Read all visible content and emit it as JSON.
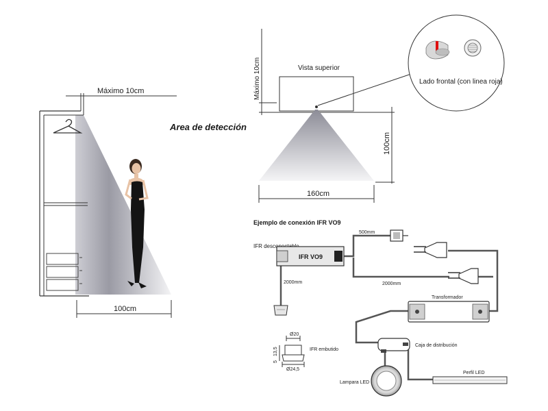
{
  "left_view": {
    "max_label": "Máximo  10cm",
    "title": "Area de detección",
    "width_label": "100cm"
  },
  "top_view": {
    "height_label": "Máximo  10cm",
    "title": "Vista superior",
    "width_label": "160cm",
    "depth_label": "100cm",
    "front_label": "Lado frontal (con linea roja)"
  },
  "connection": {
    "title": "Ejemplo de conexión IFR VO9",
    "sensor_unit_label": "IFR desconectable",
    "device_name": "IFR VO9",
    "cable_500": "500mm",
    "cable_2000_top": "2000mm",
    "cable_2000_left": "2000mm",
    "transformer_label": "Transformador",
    "distribution_label": "Caja de distribución",
    "dim_diameter_top": "Ø20",
    "dim_diameter_bottom": "Ø24,5",
    "dim_height_a": "13,5",
    "dim_height_b": "5",
    "embedded_label": "IFR embutido",
    "lamp_label": "Lampara LED",
    "profile_label": "Perfil LED"
  },
  "colors": {
    "line": "#333333",
    "red_marker": "#e01010",
    "cone": "#9a9aa6",
    "dress": "#141414"
  }
}
